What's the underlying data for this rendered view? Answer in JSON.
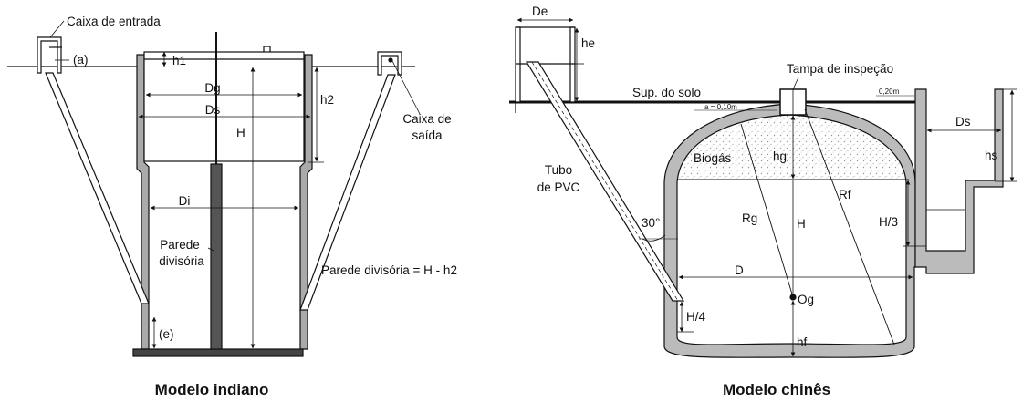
{
  "indian_model": {
    "caption": "Modelo indiano",
    "labels": {
      "caixa_entrada": "Caixa de entrada",
      "a": "(a)",
      "h1": "h1",
      "dg": "Dg",
      "ds": "Ds",
      "h2": "h2",
      "h": "H",
      "caixa_saida_1": "Caixa de",
      "caixa_saida_2": "saída",
      "di": "Di",
      "parede_1": "Parede",
      "parede_2": "divisória",
      "parede_formula": "Parede divisória = H - h2",
      "e": "(e)"
    }
  },
  "chinese_model": {
    "caption": "Modelo chinês",
    "labels": {
      "de": "De",
      "he": "he",
      "tampa": "Tampa de inspeção",
      "sup_solo": "Sup. do solo",
      "a_dim": "a = 0,10m",
      "dim_020": "0,20m",
      "ds": "Ds",
      "hs": "hs",
      "biogas": "Biogás",
      "hg": "hg",
      "rf": "Rf",
      "tubo_1": "Tubo",
      "tubo_2": "de PVC",
      "angle": "30°",
      "rg": "Rg",
      "h": "H",
      "h3": "H/3",
      "d": "D",
      "og": "Og",
      "h4": "H/4",
      "hf": "hf"
    }
  }
}
